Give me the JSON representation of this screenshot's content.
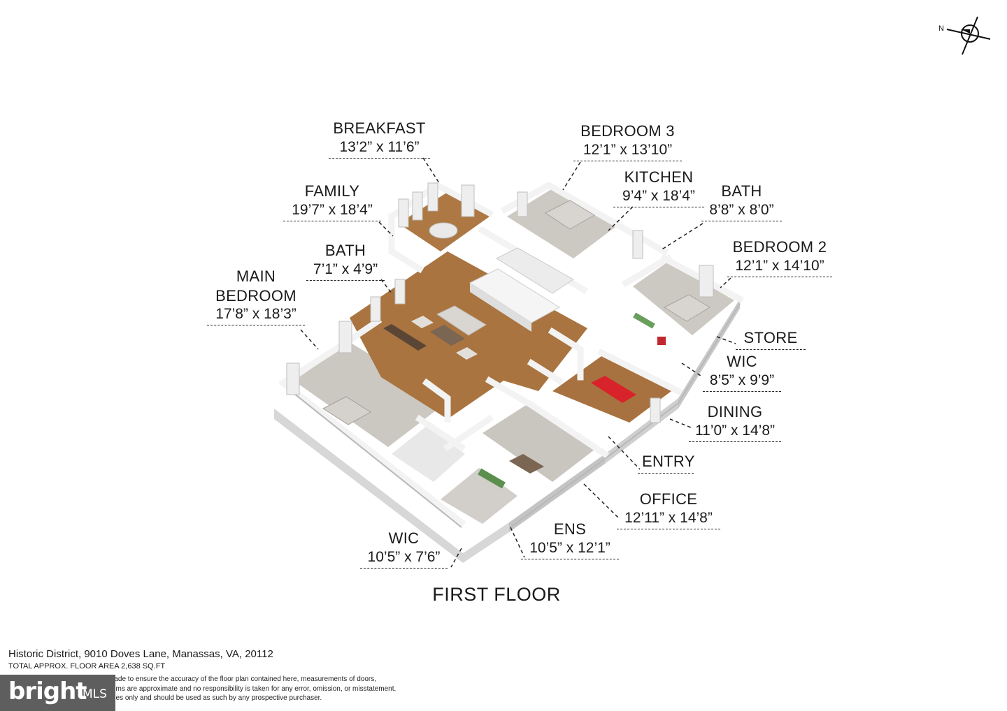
{
  "rooms": [
    {
      "name": "BREAKFAST",
      "dims": "13’2” x 11’6”"
    },
    {
      "name": "BEDROOM 3",
      "dims": "12’1” x 13’10”"
    },
    {
      "name": "KITCHEN",
      "dims": "9’4” x 18’4”"
    },
    {
      "name": "FAMILY",
      "dims": "19’7” x 18’4”"
    },
    {
      "name": "BATH",
      "dims": "8’8” x 8’0”"
    },
    {
      "name": "BEDROOM 2",
      "dims": "12’1” x 14’10”"
    },
    {
      "name": "BATH",
      "dims": "7’1” x 4’9”"
    },
    {
      "name": "MAIN\nBEDROOM",
      "dims": "17’8” x 18’3”"
    },
    {
      "name": "STORE",
      "dims": ""
    },
    {
      "name": "WIC",
      "dims": "8’5” x 9’9”"
    },
    {
      "name": "DINING",
      "dims": "11’0” x 14’8”"
    },
    {
      "name": "ENTRY",
      "dims": ""
    },
    {
      "name": "OFFICE",
      "dims": "12’11” x 14’8”"
    },
    {
      "name": "ENS",
      "dims": "10’5” x 12’1”"
    },
    {
      "name": "WIC",
      "dims": "10’5” x 7’6”"
    }
  ],
  "floor_title": "FIRST FLOOR",
  "compass": {
    "north_label": "N"
  },
  "footer": {
    "address": "Historic District, 9010 Doves Lane, Manassas, VA, 20112",
    "total_area": "TOTAL APPROX. FLOOR AREA 2,638 SQ.FT",
    "disclaimer": [
      "made to ensure the accuracy of the floor plan contained here, measurements of doors,",
      "items are approximate and no responsibility is taken for any error, omission, or misstatement.",
      "oses only and should be used as such by any prospective purchaser."
    ]
  },
  "logo": {
    "brand": "bright",
    "suffix": "MLS"
  },
  "colors": {
    "floor_wood": "#a9743f",
    "carpet": "#cfcbc6",
    "wall": "#f2f2f2",
    "wall_shadow": "#b9b9b9",
    "dining_accent": "#d8232a"
  }
}
